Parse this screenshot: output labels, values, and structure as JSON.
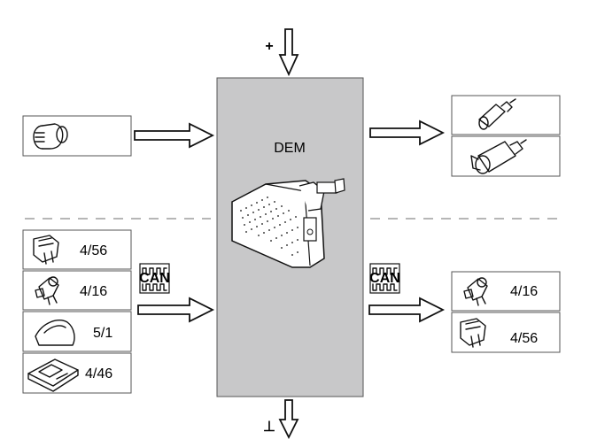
{
  "unit": {
    "label": "DEM",
    "fill": "#c8c8c9"
  },
  "power": {
    "plus": "+",
    "ground": "⊥"
  },
  "bus": {
    "label": "CAN"
  },
  "inputs_top": [
    {
      "icon": "pressure-sensor-icon"
    }
  ],
  "outputs_top": [
    {
      "icon": "small-valve-icon"
    },
    {
      "icon": "large-valve-icon"
    }
  ],
  "inputs_bottom": [
    {
      "icon": "connector-icon",
      "label": "4/56"
    },
    {
      "icon": "sensor-connector-icon",
      "label": "4/16"
    },
    {
      "icon": "control-lever-icon",
      "label": "5/1"
    },
    {
      "icon": "control-panel-icon",
      "label": "4/46"
    }
  ],
  "outputs_bottom": [
    {
      "icon": "sensor-connector-icon",
      "label": "4/16"
    },
    {
      "icon": "connector-icon",
      "label": "4/56"
    }
  ]
}
